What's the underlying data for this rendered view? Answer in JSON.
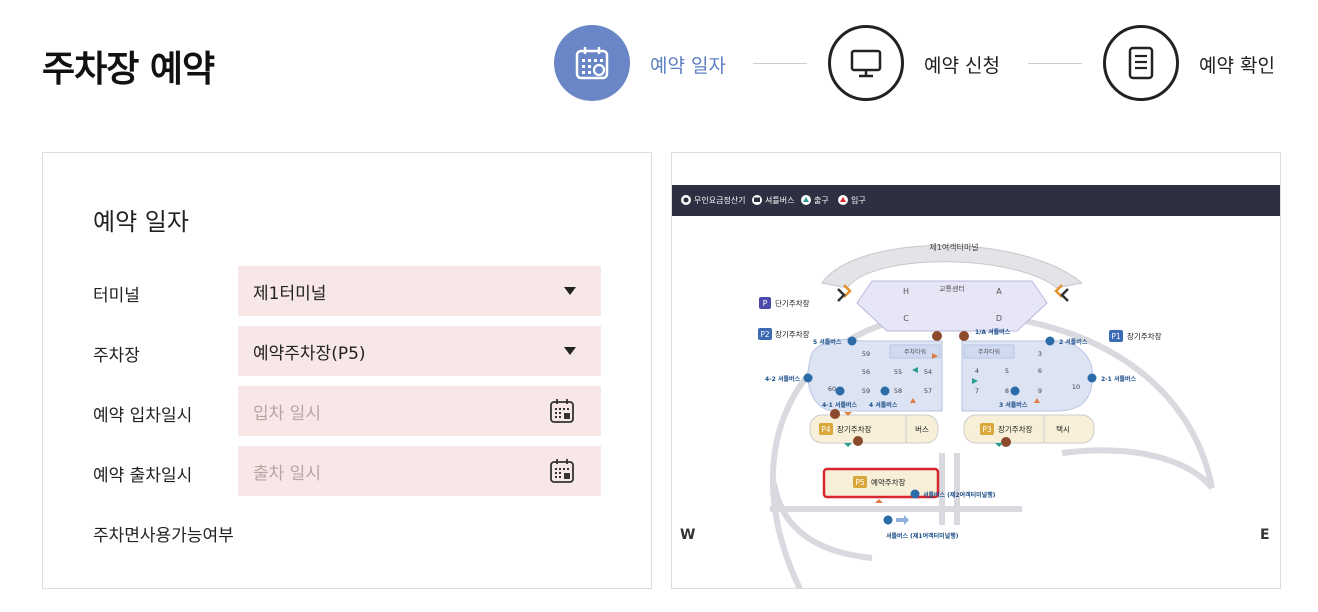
{
  "page": {
    "title": "주차장 예약"
  },
  "stepper": {
    "steps": [
      {
        "label": "예약 일자",
        "icon": "calendar-icon",
        "state": "active"
      },
      {
        "label": "예약 신청",
        "icon": "monitor-icon",
        "state": "inactive"
      },
      {
        "label": "예약 확인",
        "icon": "document-icon",
        "state": "inactive"
      }
    ],
    "active_color": "#6b86c6"
  },
  "form": {
    "heading": "예약 일자",
    "terminal": {
      "label": "터미널",
      "value": "제1터미널"
    },
    "parking_lot": {
      "label": "주차장",
      "value": "예약주차장(P5)"
    },
    "entry": {
      "label": "예약 입차일시",
      "placeholder": "입차 일시"
    },
    "exit": {
      "label": "예약 출차일시",
      "placeholder": "출차 일시"
    },
    "availability": {
      "label": "주차면사용가능여부"
    },
    "field_bg": "#f8e7e7"
  },
  "map": {
    "legend": {
      "payment": "무인요금정산기",
      "shuttle": "셔틀버스",
      "exit": "출구",
      "entry": "입구"
    },
    "terminal": "제1여객터미널",
    "transport_center": "교통센터",
    "zones": {
      "h": "H",
      "a": "A",
      "c": "C",
      "d": "D"
    },
    "lots": {
      "short_term": {
        "badge": "P",
        "name": "단기주차장"
      },
      "p1": {
        "badge": "P1",
        "name": "장기주차장"
      },
      "p2": {
        "badge": "P2",
        "name": "장기주차장"
      },
      "p3": {
        "badge": "P3",
        "name": "장기주차장"
      },
      "p4": {
        "badge": "P4",
        "name": "장기주차장"
      },
      "p5": {
        "badge": "P5",
        "name": "예약주차장"
      }
    },
    "towers": {
      "left": "주차타워",
      "right": "주차타워"
    },
    "blocks_left": [
      "59",
      "56",
      "55",
      "54",
      "60",
      "59",
      "58",
      "57"
    ],
    "blocks_right": [
      "3",
      "4",
      "5",
      "6",
      "7",
      "8",
      "9",
      "10"
    ],
    "bus_label": "버스",
    "taxi_label": "택시",
    "shuttles": {
      "s1": "1/A 셔틀버스",
      "s2": "2 셔틀버스",
      "s21": "2-1 셔틀버스",
      "s3": "3 셔틀버스",
      "s4": "4 셔틀버스",
      "s41": "4-1 셔틀버스",
      "s42": "4-2 셔틀버스",
      "s5": "5 셔틀버스",
      "p5_bus": "셔틀버스 (제2여객터미널행)",
      "t1_bus": "셔틀버스 (제1여객터미널행)"
    },
    "compass": {
      "west": "W",
      "east": "E"
    },
    "highlight_color": "#d8262e"
  }
}
